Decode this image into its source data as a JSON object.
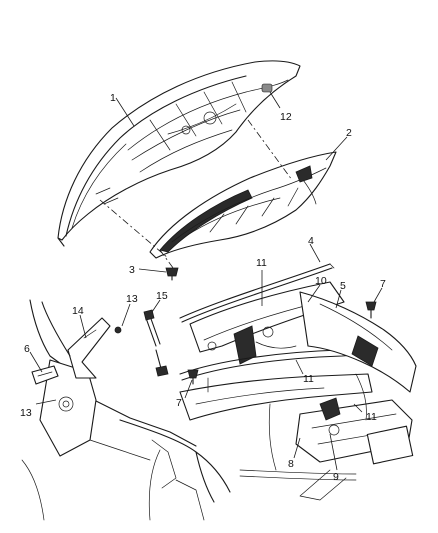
{
  "callouts": [
    {
      "id": "c1",
      "label": "1"
    },
    {
      "id": "c2",
      "label": "2"
    },
    {
      "id": "c3",
      "label": "3"
    },
    {
      "id": "c4",
      "label": "4"
    },
    {
      "id": "c5",
      "label": "5"
    },
    {
      "id": "c6",
      "label": "6"
    },
    {
      "id": "c7a",
      "label": "7"
    },
    {
      "id": "c7b",
      "label": "7"
    },
    {
      "id": "c8",
      "label": "8"
    },
    {
      "id": "c9",
      "label": "9"
    },
    {
      "id": "c10",
      "label": "10"
    },
    {
      "id": "c11a",
      "label": "11"
    },
    {
      "id": "c11b",
      "label": "11"
    },
    {
      "id": "c11c",
      "label": "11"
    },
    {
      "id": "c12",
      "label": "12"
    },
    {
      "id": "c13a",
      "label": "13"
    },
    {
      "id": "c13b",
      "label": "13"
    },
    {
      "id": "c14",
      "label": "14"
    },
    {
      "id": "c15",
      "label": "15"
    }
  ]
}
